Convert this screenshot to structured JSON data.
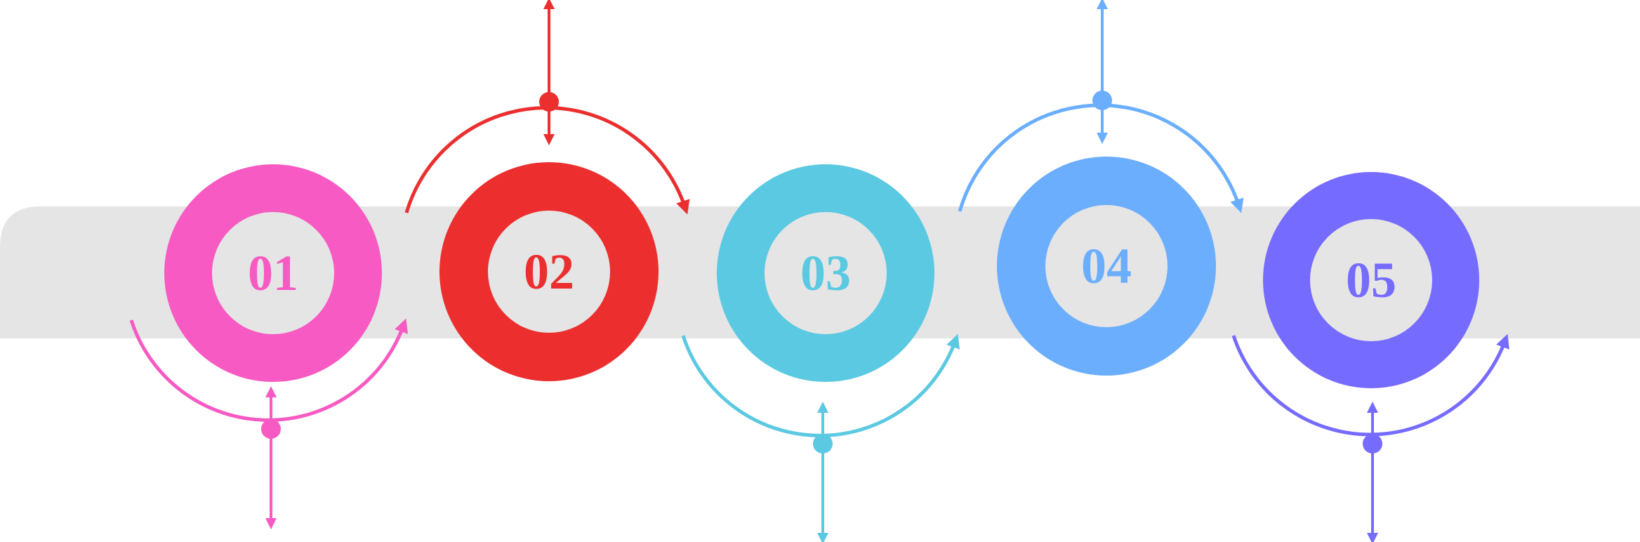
{
  "band_color": "#E5E5E5",
  "inner_color": "#E5E5E5",
  "steps": [
    {
      "label": "01",
      "color": "#F75AC2"
    },
    {
      "label": "02",
      "color": "#EC2E2E"
    },
    {
      "label": "03",
      "color": "#5BC9E2"
    },
    {
      "label": "04",
      "color": "#6BAEFD"
    },
    {
      "label": "05",
      "color": "#766BFF"
    }
  ]
}
